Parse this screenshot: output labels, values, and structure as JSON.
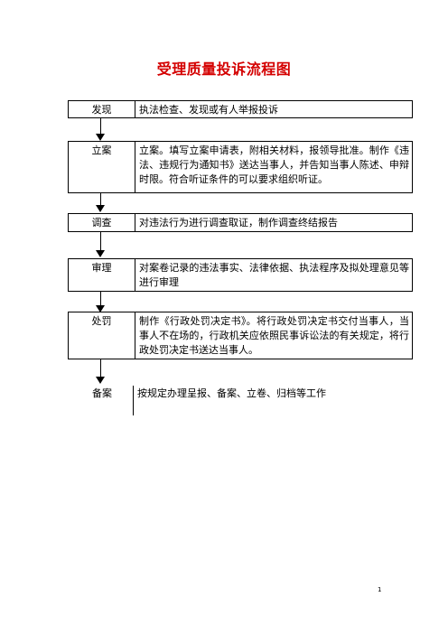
{
  "title": "受理质量投诉流程图",
  "steps": [
    {
      "label": "发现",
      "desc": "执法检查、发现或有人举报投诉"
    },
    {
      "label": "立案",
      "desc": "立案。填写立案申请表，附相关材料，报领导批准。制作《违法、违规行为通知书》送达当事人，并告知当事人陈述、申辩时限。符合听证条件的可以要求组织听证。"
    },
    {
      "label": "调查",
      "desc": "对违法行为进行调查取证，制作调查终结报告"
    },
    {
      "label": "审理",
      "desc": "对案卷记录的违法事实、法律依据、执法程序及拟处理意见等进行审理"
    },
    {
      "label": "处罚",
      "desc": "制作《行政处罚决定书》。将行政处罚决定书交付当事人，当事人不在场的，行政机关应依照民事诉讼法的有关规定，将行政处罚决定书送达当事人。"
    }
  ],
  "final_step": {
    "label": "备案",
    "desc": "按规定办理呈报、备案、立卷、归档等工作"
  },
  "page_number": "1"
}
